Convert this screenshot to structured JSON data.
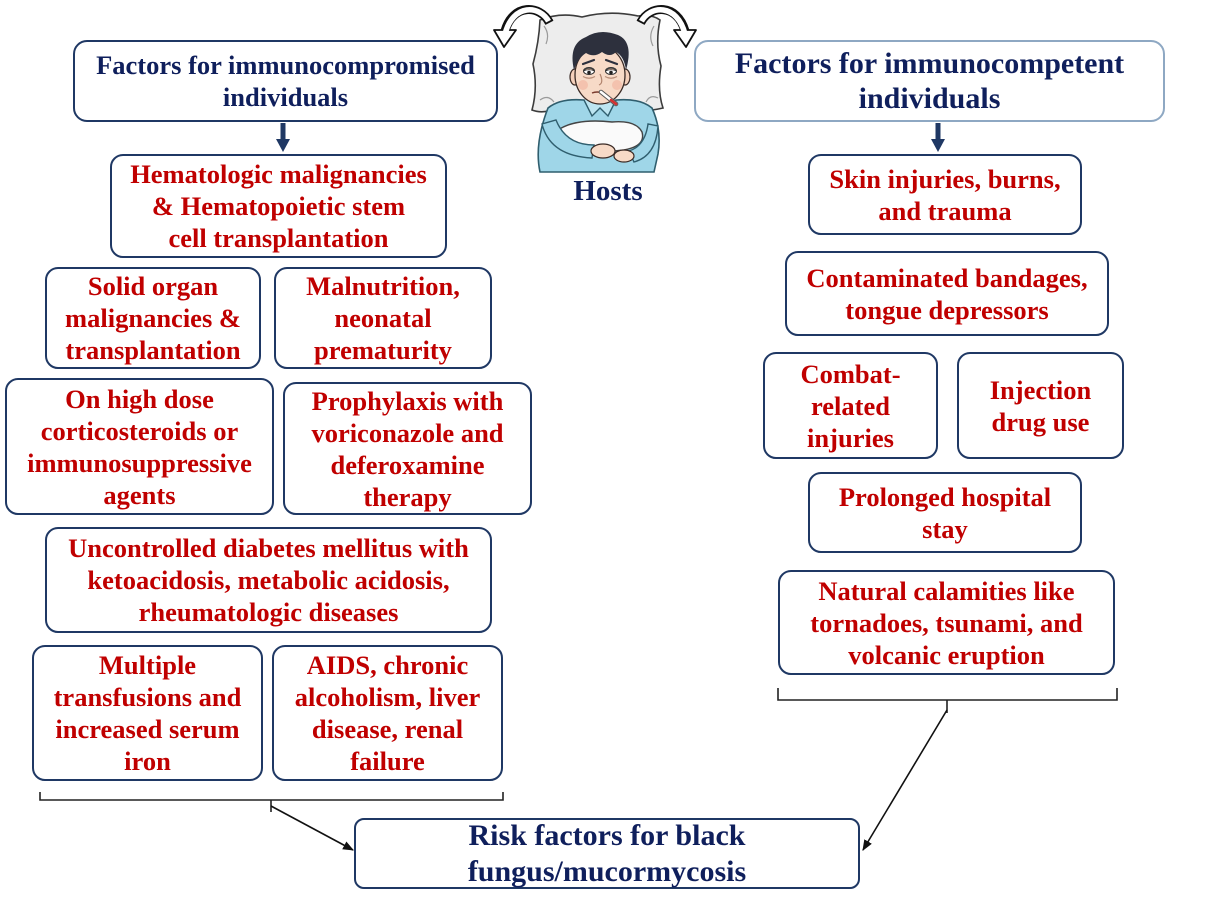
{
  "hosts_label": "Hosts",
  "immunocompromised": {
    "title": "Factors for immunocompromised\nindividuals",
    "factors": [
      "Hematologic malignancies\n& Hematopoietic stem\ncell transplantation",
      "Solid organ\nmalignancies &\ntransplantation",
      "Malnutrition,\nneonatal\nprematurity",
      "On high dose\ncorticosteroids or\nimmunosuppressive\nagents",
      "Prophylaxis with\nvoriconazole and\ndeferoxamine\ntherapy",
      "Uncontrolled diabetes mellitus with\nketoacidosis, metabolic acidosis,\nrheumatologic diseases",
      "Multiple\ntransfusions and\nincreased serum\niron",
      "AIDS, chronic\nalcoholism, liver\ndisease, renal\nfailure"
    ]
  },
  "immunocompetent": {
    "title": "Factors for immunocompetent\nindividuals",
    "factors": [
      "Skin injuries, burns,\nand trauma",
      "Contaminated bandages,\ntongue depressors",
      "Combat-\nrelated\ninjuries",
      "Injection\ndrug use",
      "Prolonged hospital\nstay",
      "Natural calamities like\ntornadoes, tsunami, and\nvolcanic eruption"
    ]
  },
  "outcome": "Risk factors for black\nfungus/mucormycosis",
  "icons": {
    "host_illustration": "sick-person-in-bed-icon"
  },
  "colors": {
    "heading_text": "#0f1f5c",
    "factor_text": "#c00000",
    "box_border": "#1f3864",
    "right_header_border": "#8ea8c3",
    "arrow": "#1f3864"
  }
}
